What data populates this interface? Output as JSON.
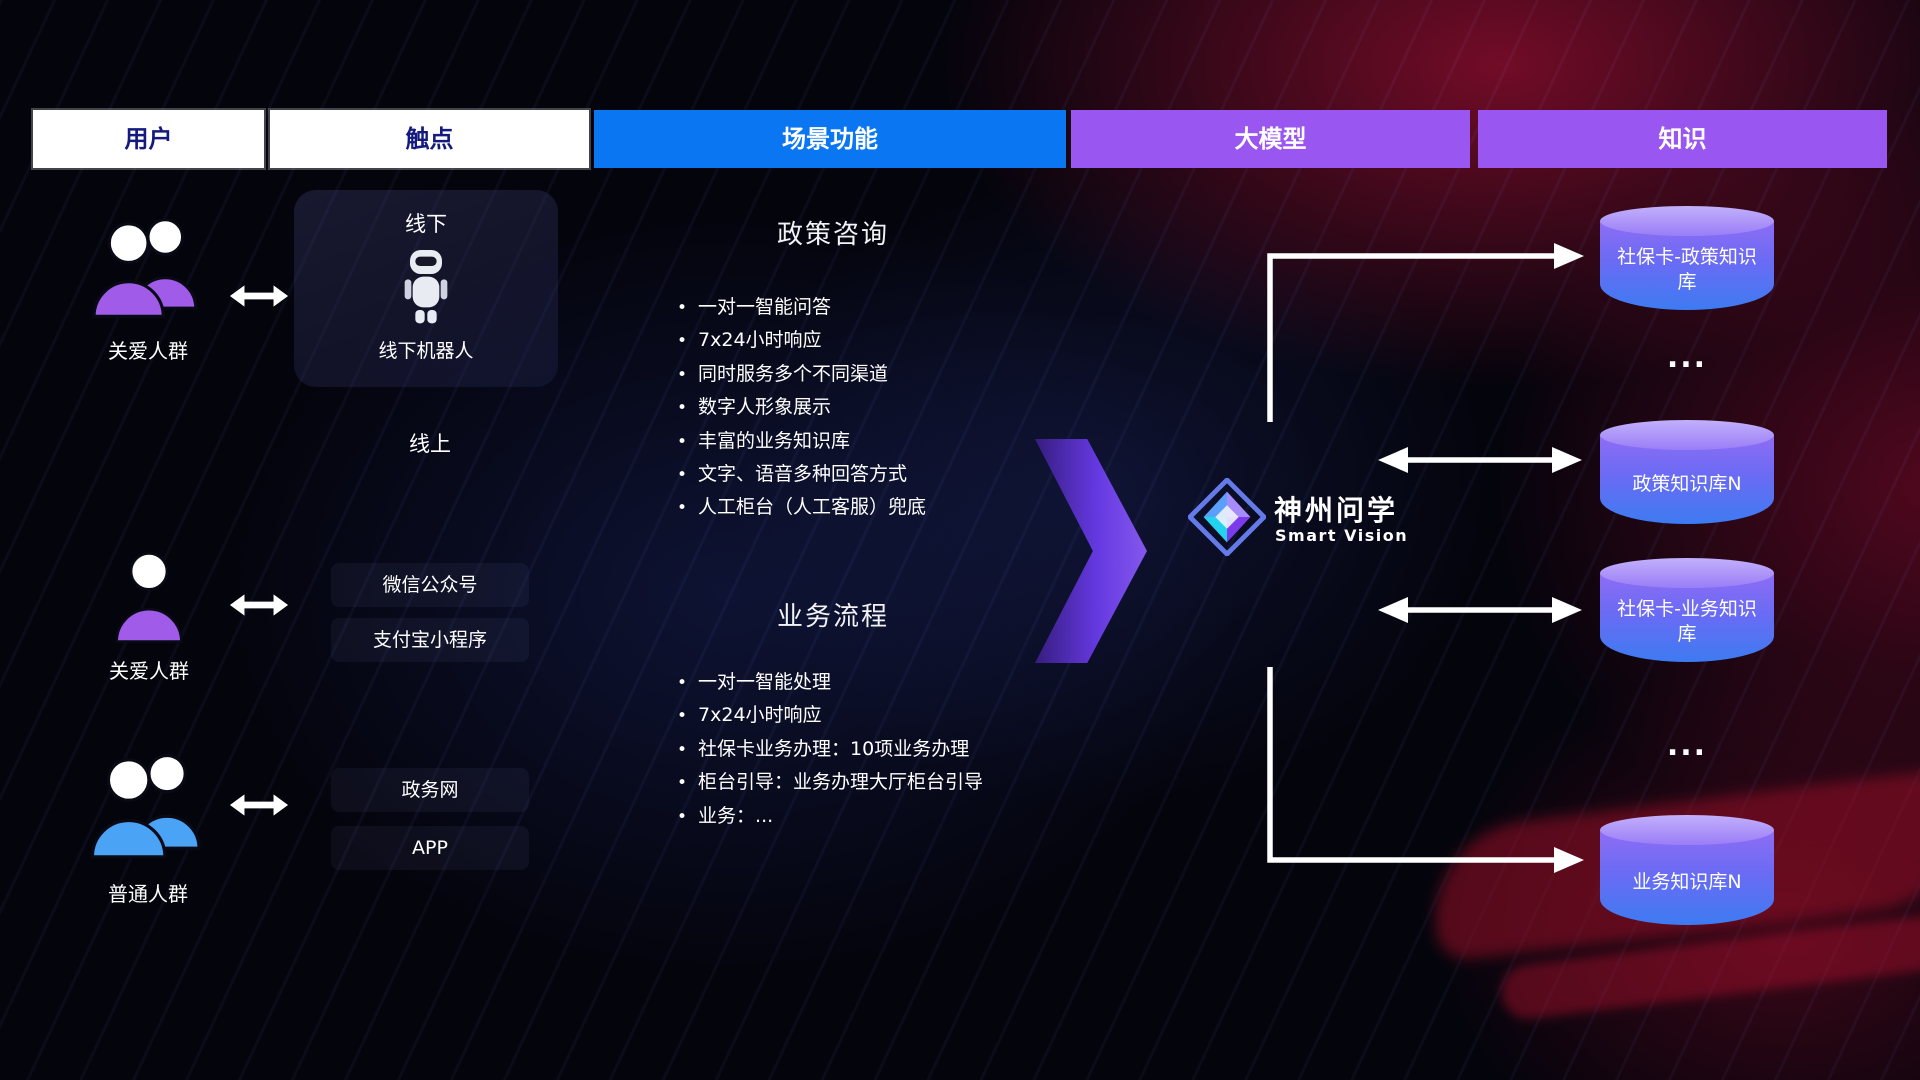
{
  "header": {
    "col_user": "用户",
    "col_touchpoint": "触点",
    "col_scenario": "场景功能",
    "col_model": "大模型",
    "col_knowledge": "知识"
  },
  "users": {
    "group1_label": "关爱人群",
    "group2_label": "关爱人群",
    "group3_label": "普通人群"
  },
  "touchpoints": {
    "offline_title": "线下",
    "offline_robot_label": "线下机器人",
    "online_title": "线上",
    "wechat": "微信公众号",
    "alipay": "支付宝小程序",
    "gov_web": "政务网",
    "app": "APP"
  },
  "scenario": {
    "policy": {
      "title": "政策咨询",
      "items": [
        "一对一智能问答",
        "7x24小时响应",
        "同时服务多个不同渠道",
        "数字人形象展示",
        "丰富的业务知识库",
        "文字、语音多种回答方式",
        "人工柜台（人工客服）兜底"
      ]
    },
    "business": {
      "title": "业务流程",
      "items": [
        "一对一智能处理",
        "7x24小时响应",
        "社保卡业务办理：10项业务办理",
        "柜台引导：业务办理大厅柜台引导",
        "业务：..."
      ]
    }
  },
  "model": {
    "name": "神州问学",
    "subtitle": "Smart Vision"
  },
  "knowledge": {
    "db1": "社保卡-政策知识库",
    "ellipsis1": "...",
    "db2": "政策知识库N",
    "db3": "社保卡-业务知识库",
    "ellipsis2": "...",
    "db4": "业务知识库N"
  },
  "colors": {
    "header_blue": "#0b76f2",
    "header_purple": "#9a56f0",
    "user_purple": "#a05ce8",
    "user_blue": "#4aa3f5",
    "cylinder_top": "#b49df9",
    "cylinder_bottom": "#3d7bf2"
  }
}
